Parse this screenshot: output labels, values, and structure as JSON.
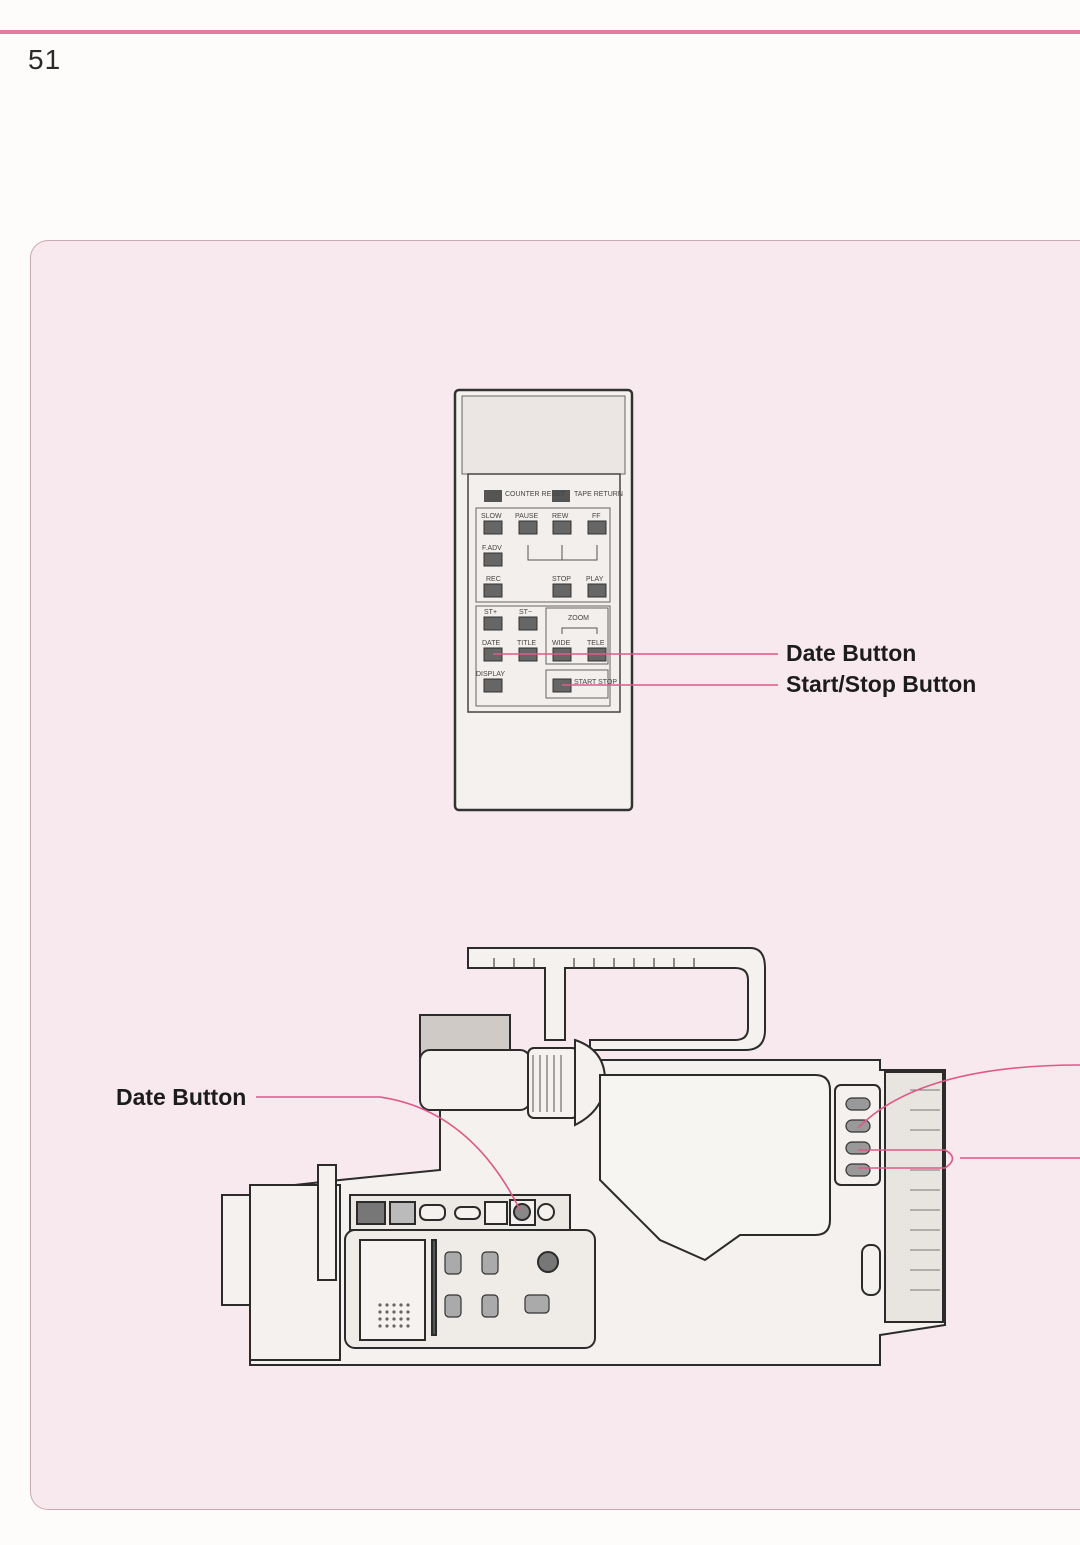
{
  "page": {
    "number": "51",
    "accent_color": "#e07a9e",
    "panel_color": "#f8e9ee"
  },
  "remote": {
    "buttons": {
      "counter_reset": "COUNTER RESET",
      "tape_return": "TAPE RETURN",
      "slow": "SLOW",
      "pause": "PAUSE",
      "rew": "REW",
      "ff": "FF",
      "fadv": "F.ADV",
      "rec": "REC",
      "stop": "STOP",
      "play": "PLAY",
      "st_plus": "ST+",
      "st_minus": "ST−",
      "zoom": "ZOOM",
      "date": "DATE",
      "title": "TITLE",
      "wide": "WIDE",
      "tele": "TELE",
      "display": "DISPLAY",
      "start_stop": "START STOP"
    }
  },
  "callouts": {
    "remote_date": "Date Button",
    "remote_start_stop": "Start/Stop Button",
    "camera_date": "Date Button"
  }
}
